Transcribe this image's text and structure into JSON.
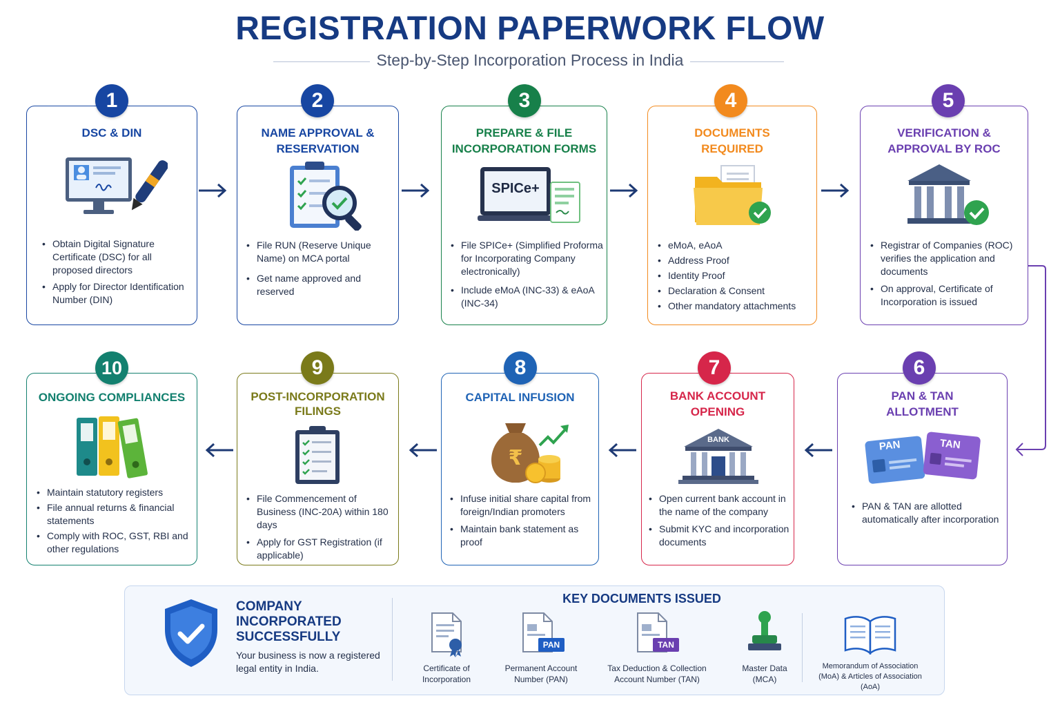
{
  "header": {
    "title": "REGISTRATION PAPERWORK FLOW",
    "subtitle": "Step-by-Step Incorporation Process in India"
  },
  "steps": [
    {
      "number": "1",
      "title": "DSC & DIN",
      "color": "#1746a2",
      "icon": "computer-signature-pen-icon",
      "bullets": [
        "Obtain Digital Signature Certificate (DSC) for all proposed directors",
        "Apply for Director Identification Number (DIN)"
      ]
    },
    {
      "number": "2",
      "title": "NAME APPROVAL &\nRESERVATION",
      "color": "#1746a2",
      "icon": "clipboard-magnifier-icon",
      "bullets": [
        "File RUN (Reserve Unique Name) on MCA portal",
        "Get name approved and reserved"
      ]
    },
    {
      "number": "3",
      "title": "PREPARE & FILE\nINCORPORATION FORMS",
      "color": "#17804a",
      "icon": "laptop-spice-form-icon",
      "icon_text": "SPICe+",
      "bullets": [
        "File SPICe+ (Simplified Proforma for Incorporating Company electronically)",
        "Include eMoA (INC-33) & eAoA (INC-34)"
      ]
    },
    {
      "number": "4",
      "title": "DOCUMENTS\nREQUIRED",
      "color": "#f28a1e",
      "icon": "folder-check-icon",
      "bullets": [
        "eMoA, eAoA",
        "Address Proof",
        "Identity Proof",
        "Declaration & Consent",
        "Other mandatory attachments"
      ]
    },
    {
      "number": "5",
      "title": "VERIFICATION &\nAPPROVAL BY ROC",
      "color": "#6a3fb0",
      "icon": "government-building-check-icon",
      "bullets": [
        "Registrar of Companies (ROC) verifies the application and documents",
        "On approval, Certificate of Incorporation is issued"
      ]
    },
    {
      "number": "6",
      "title": "PAN & TAN\nALLOTMENT",
      "color": "#6a3fb0",
      "icon": "pan-tan-cards-icon",
      "icon_text_a": "PAN",
      "icon_text_b": "TAN",
      "bullets": [
        "PAN & TAN are allotted automatically after incorporation"
      ]
    },
    {
      "number": "7",
      "title": "BANK ACCOUNT\nOPENING",
      "color": "#d6264a",
      "icon": "bank-building-icon",
      "icon_text": "BANK",
      "bullets": [
        "Open current bank account in the name of the company",
        "Submit KYC and incorporation documents"
      ]
    },
    {
      "number": "8",
      "title": "CAPITAL INFUSION",
      "color": "#1f63b5",
      "icon": "money-bag-coins-icon",
      "bullets": [
        "Infuse initial share capital from foreign/Indian promoters",
        "Maintain bank statement as proof"
      ]
    },
    {
      "number": "9",
      "title": "POST-INCORPORATION\nFILINGS",
      "color": "#7a7a1a",
      "icon": "checklist-clipboard-icon",
      "bullets": [
        "File Commencement of Business (INC-20A) within 180 days",
        "Apply for GST Registration (if applicable)"
      ]
    },
    {
      "number": "10",
      "title": "ONGOING COMPLIANCES",
      "color": "#13806f",
      "icon": "binders-icon",
      "bullets": [
        "Maintain statutory registers",
        "File annual returns & financial statements",
        "Comply with ROC, GST, RBI and other regulations"
      ]
    }
  ],
  "footer": {
    "success_title": "COMPANY\nINCORPORATED\nSUCCESSFULLY",
    "success_text": "Your business is now a registered legal entity in India.",
    "key_docs_title": "KEY DOCUMENTS ISSUED",
    "documents": [
      {
        "label": "Certificate of\nIncorporation",
        "icon": "certificate-ribbon-icon"
      },
      {
        "label": "Permanent Account\nNumber (PAN)",
        "icon": "pan-document-icon",
        "tag": "PAN"
      },
      {
        "label": "Tax Deduction & Collection\nAccount Number (TAN)",
        "icon": "tan-document-icon",
        "tag": "TAN"
      },
      {
        "label": "Master Data\n(MCA)",
        "icon": "stamp-icon"
      },
      {
        "label": "Memorandum of Association\n(MoA) & Articles of Association\n(AoA)",
        "icon": "open-book-icon"
      }
    ]
  }
}
